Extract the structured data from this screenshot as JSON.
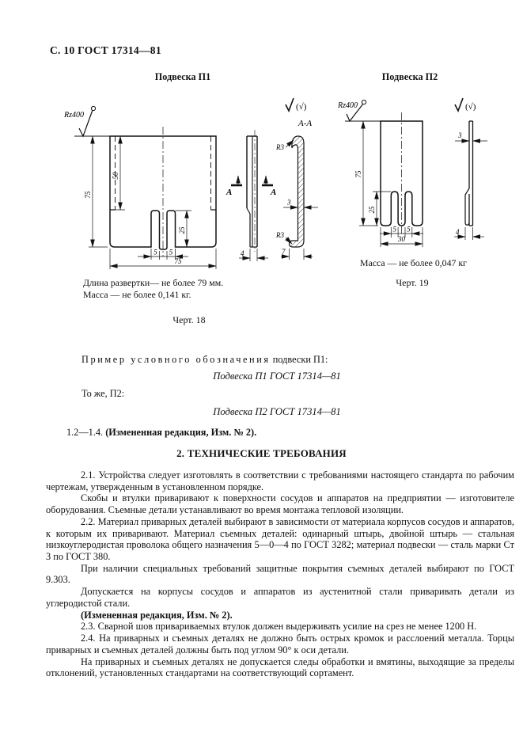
{
  "page": {
    "header": "С. 10 ГОСТ 17314—81"
  },
  "figures": {
    "p1": {
      "title": "Подвеска П1",
      "roughness": "Rz400",
      "finish": "(√)",
      "section_title": "А-А",
      "cut_label": "А",
      "dims": {
        "h": "75",
        "bend": "50",
        "slot": "25",
        "s1": "5",
        "s2": "5",
        "w": "75",
        "side": "4",
        "t": "3",
        "rt": "R3",
        "rb": "R3",
        "sw": "7"
      },
      "note_length": "Длина развертки— не более 79 мм.",
      "note_mass": "Масса — не более 0,141  кг.",
      "caption": "Черт. 18"
    },
    "p2": {
      "title": "Подвеска П2",
      "roughness": "Rz400",
      "finish": "(√)",
      "dims": {
        "h": "75",
        "slot": "25",
        "s1": "5",
        "s2": "5",
        "w": "30",
        "t": "3",
        "side": "4"
      },
      "note_mass": "Масса — не более 0,047 кг",
      "caption": "Черт. 19"
    }
  },
  "designation": {
    "intro_spaced": "Пример условного обозначения",
    "intro_tail": " подвески П1:",
    "designation_p1": "Подвеска П1 ГОСТ 17314—81",
    "same_label": "То же, П2:",
    "designation_p2": "Подвеска П2 ГОСТ 17314—81",
    "amendment_ref": "1.2—1.4. ",
    "amendment_bold": "(Измененная редакция, Изм. № 2)."
  },
  "section2": {
    "heading": "2. ТЕХНИЧЕСКИЕ ТРЕБОВАНИЯ",
    "paragraphs": [
      {
        "text": "2.1. Устройства следует изготовлять в соответствии с требованиями настоящего стандарта по рабочим чертежам, утвержденным в установленном порядке."
      },
      {
        "text": "Скобы и втулки приваривают к поверхности сосудов и аппаратов на предприятии — изготовителе оборудования. Съемные детали устанавливают во время монтажа тепловой изоляции."
      },
      {
        "text": "2.2. Материал приварных деталей выбирают в зависимости от материала корпусов сосудов и аппаратов, к которым их приваривают. Материал съемных деталей: одинарный штырь, двойной штырь — стальная низкоуглеродистая проволока общего назначения 5—0—4 по ГОСТ 3282; материал подвески — сталь марки Ст 3 по ГОСТ 380."
      },
      {
        "text": "При наличии специальных требований защитные покрытия съемных деталей выбирают по ГОСТ 9.303."
      },
      {
        "text": "Допускается на корпусы сосудов и аппаратов из аустенитной стали приваривать детали из углеродистой стали."
      },
      {
        "text": "(Измененная редакция, Изм. № 2).",
        "bold": true
      },
      {
        "text": "2.3. Сварной шов привариваемых втулок должен выдерживать усилие на срез не менее 1200 Н."
      },
      {
        "text": "2.4. На приварных и съемных деталях не должно быть острых кромок и расслоений металла. Торцы приварных и съемных деталей должны быть под углом 90° к оси детали."
      },
      {
        "text": "На приварных и съемных деталях не допускается следы обработки и вмятины, выходящие за пределы отклонений, установленных стандартами на соответствующий сортамент."
      }
    ]
  }
}
